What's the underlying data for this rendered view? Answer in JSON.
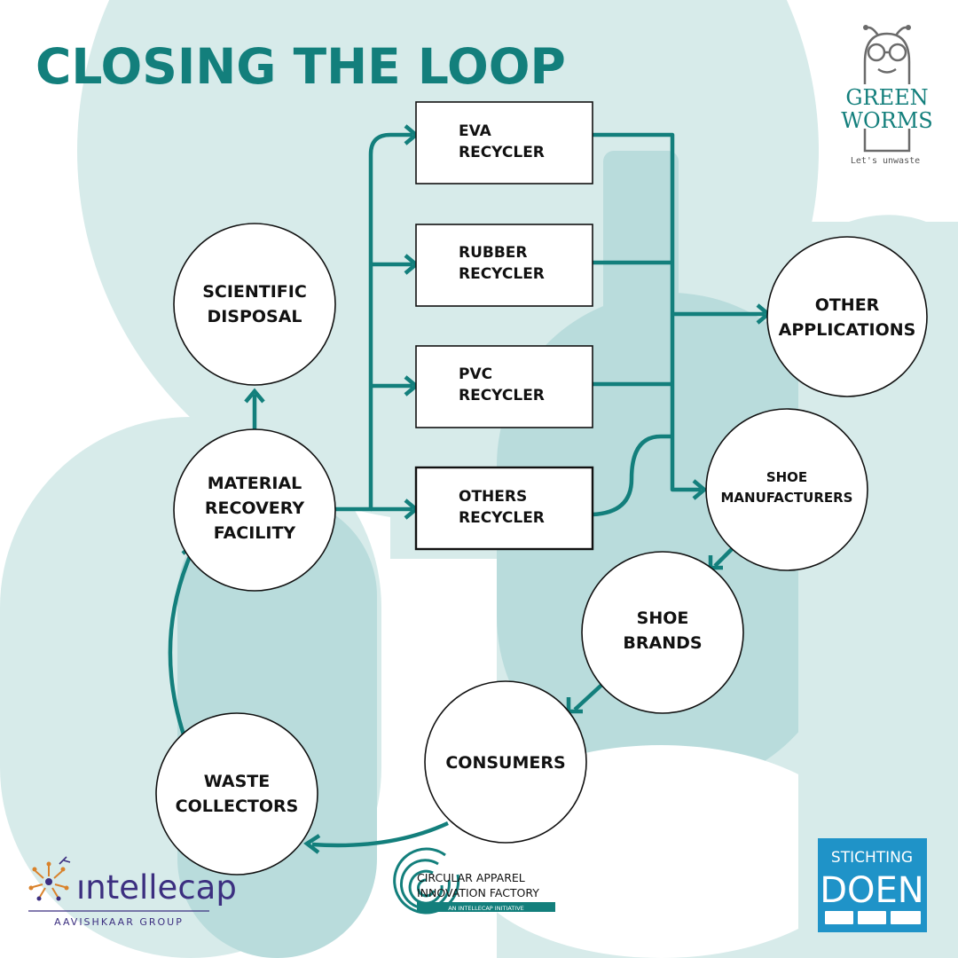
{
  "title": "CLOSING THE LOOP",
  "colors": {
    "teal": "#137f7c",
    "pale_teal": "#d7ebea",
    "mid_teal": "#b9dcdc",
    "logo_blue": "#1f93c8",
    "intellecap_purple": "#3c2f80"
  },
  "nodes": {
    "scientific_disposal": [
      "SCIENTIFIC",
      "DISPOSAL"
    ],
    "material_recovery": [
      "MATERIAL",
      "RECOVERY",
      "FACILITY"
    ],
    "eva": [
      "EVA",
      "RECYCLER"
    ],
    "rubber": [
      "RUBBER",
      "RECYCLER"
    ],
    "pvc": [
      "PVC",
      "RECYCLER"
    ],
    "others": [
      "OTHERS",
      "RECYCLER"
    ],
    "other_applications": [
      "OTHER",
      "APPLICATIONS"
    ],
    "shoe_manufacturers": [
      "SHOE",
      "MANUFACTURERS"
    ],
    "shoe_brands": [
      "SHOE",
      "BRANDS"
    ],
    "consumers": [
      "CONSUMERS"
    ],
    "waste_collectors": [
      "WASTE",
      "COLLECTORS"
    ]
  },
  "logos": {
    "greenworms": {
      "line1": "GREEN",
      "line2": "WORMS",
      "tagline": "Let's unwaste",
      "icon": "worm-mascot-icon"
    },
    "intellecap": {
      "name": "ıntellecap",
      "sub": "AAVISHKAAR GROUP",
      "icon": "dandelion-icon"
    },
    "caif": {
      "line1": "CIRCULAR APPAREL",
      "line2": "INNOVATION FACTORY",
      "sub": "AN INTELLECAP INITIATIVE",
      "icon": "circular-maze-icon"
    },
    "doen": {
      "line1": "STICHTING",
      "line2": "DOEN"
    }
  }
}
